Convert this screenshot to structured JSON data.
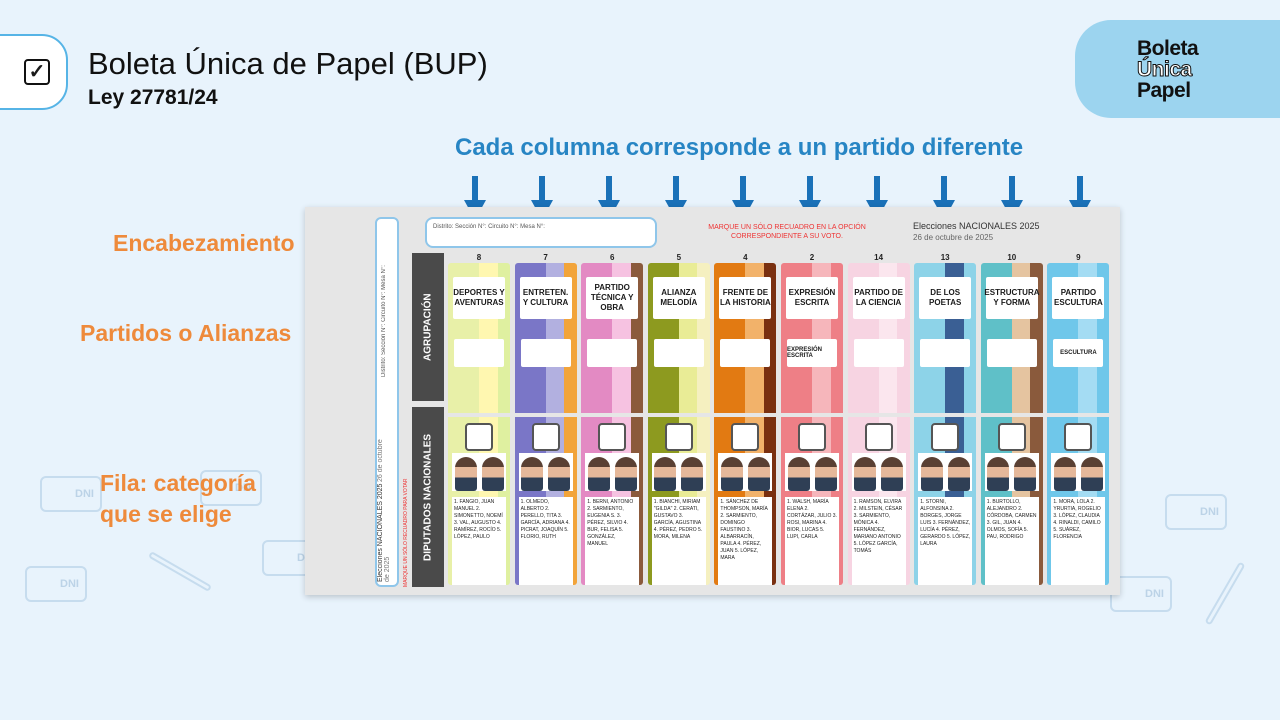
{
  "header": {
    "title": "Boleta Única de Papel (BUP)",
    "subtitle": "Ley 27781/24",
    "check_icon": "checkbox-icon"
  },
  "logo": {
    "line1": "Boleta",
    "line2": "Única",
    "line3": "Papel",
    "color": "#9cd4ef"
  },
  "headline": "Cada columna corresponde a un partido diferente",
  "labels": {
    "encabezamiento": "Encabezamiento",
    "partidos": "Partidos o Alianzas",
    "fila_line1": "Fila: categoría",
    "fila_line2": "que se elige"
  },
  "ballot": {
    "header_fields": "Distrito:          Sección N°:   Circuito N°:   Mesa N°:",
    "warning_line1": "MARQUE UN SÓLO RECUADRO EN LA OPCIÓN",
    "warning_line2": "CORRESPONDIENTE A SU VOTO.",
    "election": "Elecciones NACIONALES 2025",
    "date": "26 de octubre de 2025",
    "row1_label": "AGRUPACIÓN",
    "row2_label": "DIPUTADOS NACIONALES",
    "row2_hint": "MARQUE UN SÓLO RECUADRO PARA VOTAR",
    "sidebar_fields": "Distrito:      Sección N°:  Circuito N°:  Mesa N°:",
    "sidebar_caption": "Elecciones NACIONALES 2025",
    "sidebar_date": "26 de octubre de 2025"
  },
  "parties": [
    {
      "number": "8",
      "name": "DEPORTES Y AVENTURAS",
      "logo": "",
      "c1": "#e8f0a8",
      "c2": "#fff7b0",
      "c3": "#dff0a0",
      "names": "1. FANGIO, JUAN MANUEL  2. SIMONETTO, NOEMÍ  3. VAL, AUGUSTO  4. RAMÍREZ, ROCÍO  5. LÓPEZ, PAULO"
    },
    {
      "number": "7",
      "name": "ENTRETEN. Y CULTURA",
      "logo": "",
      "c1": "#7a76c7",
      "c2": "#b2b0e0",
      "c3": "#f2a43a",
      "names": "1. OLMEDO, ALBERTO  2. PERELLO, TITA  3. GARCÍA, ADRIANA  4. PICRAT, JOAQUÍN  5. FLORIO, RUTH"
    },
    {
      "number": "6",
      "name": "PARTIDO TÉCNICA Y OBRA",
      "logo": "",
      "c1": "#e38ac3",
      "c2": "#f6c2e1",
      "c3": "#8b5a3c",
      "names": "1. BERNI, ANTONIO  2. SARMIENTO, EUGENIA S.  3. PÉREZ, SILVIO  4. BUR, FELISA  5. GONZÁLEZ, MANUEL"
    },
    {
      "number": "5",
      "name": "ALIANZA MELODÍA",
      "logo": "",
      "c1": "#8d9a1f",
      "c2": "#e9ec96",
      "c3": "#f5f0c0",
      "names": "1. BIANCHI, MIRIAM \"GILDA\"  2. CERATI, GUSTAVO  3. GARCÍA, AGUSTINA  4. PÉREZ, PEDRO  5. MORA, MILENA"
    },
    {
      "number": "4",
      "name": "FRENTE DE LA HISTORIA",
      "logo": "",
      "c1": "#e27a12",
      "c2": "#f2b26a",
      "c3": "#7a3010",
      "names": "1. SÁNCHEZ DE THOMPSON, MARÍA  2. SARMIENTO, DOMINGO FAUSTINO  3. ALBARRACÍN, PAULA  4. PÉREZ, JUAN  5. LÓPEZ, MARA"
    },
    {
      "number": "2",
      "name": "EXPRESIÓN ESCRITA",
      "logo": "EXPRESIÓN ESCRITA",
      "c1": "#ee7f86",
      "c2": "#f6b6bb",
      "c3": "#ee7f86",
      "names": "1. WALSH, MARÍA ELENA  2. CORTÁZAR, JULIO  3. ROSI, MARINA  4. BIOR, LUCAS  5. LUPI, CARLA"
    },
    {
      "number": "14",
      "name": "PARTIDO DE LA CIENCIA",
      "logo": "",
      "c1": "#f7d4e2",
      "c2": "#fbe6ee",
      "c3": "#f7d4e2",
      "names": "1. RAMSON, ELVIRA  2. MILSTEIN, CÉSAR  3. SARMIENTO, MÓNICA  4. FERNÁNDEZ, MARIANO ANTONIO  5. LÓPEZ GARCÍA, TOMÁS"
    },
    {
      "number": "13",
      "name": "DE LOS POETAS",
      "logo": "",
      "c1": "#8dd3e8",
      "c2": "#3a5f94",
      "c3": "#8dd3e8",
      "names": "1. STORNI, ALFONSINA  2. BORGES, JORGE LUIS  3. FERNÁNDEZ, LUCÍA  4. PÉREZ, GERARDO  5. LÓPEZ, LAURA"
    },
    {
      "number": "10",
      "name": "ESTRUCTURA Y FORMA",
      "logo": "",
      "c1": "#5fc0c8",
      "c2": "#e5c4a0",
      "c3": "#8a5a3c",
      "names": "1. BURTOLLO, ALEJANDRO  2. CÓRDOBA, CARMEN  3. GIL, JUAN  4. OLMOS, SOFÍA  5. PAU, RODRIGO"
    },
    {
      "number": "9",
      "name": "PARTIDO ESCULTURA",
      "logo": "ESCULTURA",
      "c1": "#6fc7ea",
      "c2": "#a4dcf3",
      "c3": "#6fc7ea",
      "names": "1. MORA, LOLA  2. YRURTIA, ROGELIO  3. LÓPEZ, CLAUDIA  4. RINALDI, CAMILO  5. SUÁREZ, FLORENCIA"
    }
  ]
}
